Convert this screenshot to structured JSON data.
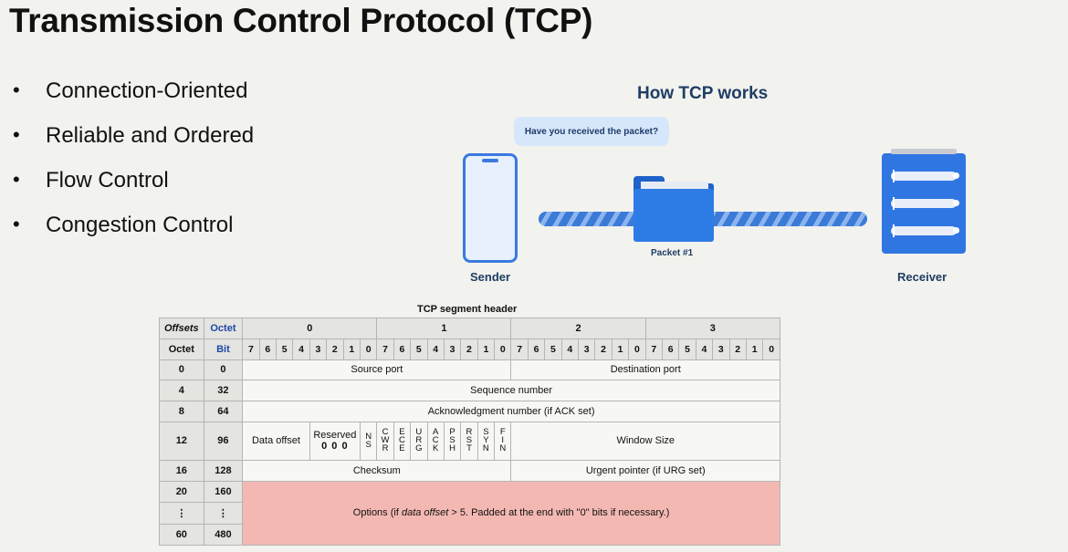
{
  "title": "Transmission Control Protocol (TCP)",
  "bullets": [
    "Connection-Oriented",
    "Reliable and Ordered",
    "Flow Control",
    "Congestion Control"
  ],
  "diagram": {
    "title": "How TCP works",
    "bubble": "Have you received the packet?",
    "sender": "Sender",
    "receiver": "Receiver",
    "packet": "Packet #1",
    "accent": "#2d7ce6",
    "bubble_color": "#d7e7fb"
  },
  "table": {
    "caption": "TCP segment header",
    "h_offsets": "Offsets",
    "h_octet": "Octet",
    "h_octet2": "Octet",
    "h_bit": "Bit",
    "octets": [
      "0",
      "1",
      "2",
      "3"
    ],
    "bits": [
      "7",
      "6",
      "5",
      "4",
      "3",
      "2",
      "1",
      "0"
    ],
    "rows": [
      {
        "octet": "0",
        "bit": "0",
        "a": "Source port",
        "b": "Destination port"
      },
      {
        "octet": "4",
        "bit": "32",
        "a": "Sequence number"
      },
      {
        "octet": "8",
        "bit": "64",
        "a": "Acknowledgment number (if ACK set)"
      },
      {
        "octet": "12",
        "bit": "96",
        "data_offset": "Data offset",
        "reserved": "Reserved",
        "reserved_bits": "0 0 0",
        "flags": [
          "NS",
          "CWR",
          "ECE",
          "URG",
          "ACK",
          "PSH",
          "RST",
          "SYN",
          "FIN"
        ],
        "window": "Window Size"
      },
      {
        "octet": "16",
        "bit": "128",
        "a": "Checksum",
        "b": "Urgent pointer (if URG set)"
      },
      {
        "octet": "20",
        "bit": "160"
      },
      {
        "octet": "⋮",
        "bit": "⋮"
      },
      {
        "octet": "60",
        "bit": "480"
      }
    ],
    "options_before": "Options (if ",
    "options_em": "data offset",
    "options_after": " > 5. Padded at the end with \"0\" bits if necessary.)",
    "options_color": "#f4b8b3"
  }
}
